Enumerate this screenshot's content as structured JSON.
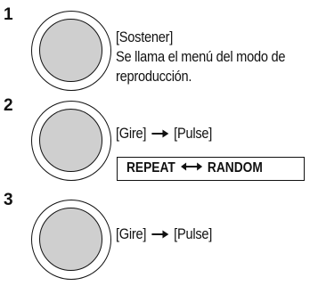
{
  "steps": [
    {
      "number": "1",
      "lines": [
        "[Sostener]",
        "Se llama el menú del modo de",
        "reproducción."
      ]
    },
    {
      "number": "2",
      "action_left": "[Gire]",
      "action_right": "[Pulse]",
      "toggle_left": "REPEAT",
      "toggle_right": "RANDOM"
    },
    {
      "number": "3",
      "action_left": "[Gire]",
      "action_right": "[Pulse]"
    }
  ],
  "icons": {
    "knob": "control-dial-icon",
    "arrow_right": "arrow-right-icon",
    "arrow_both": "arrow-left-right-icon"
  }
}
